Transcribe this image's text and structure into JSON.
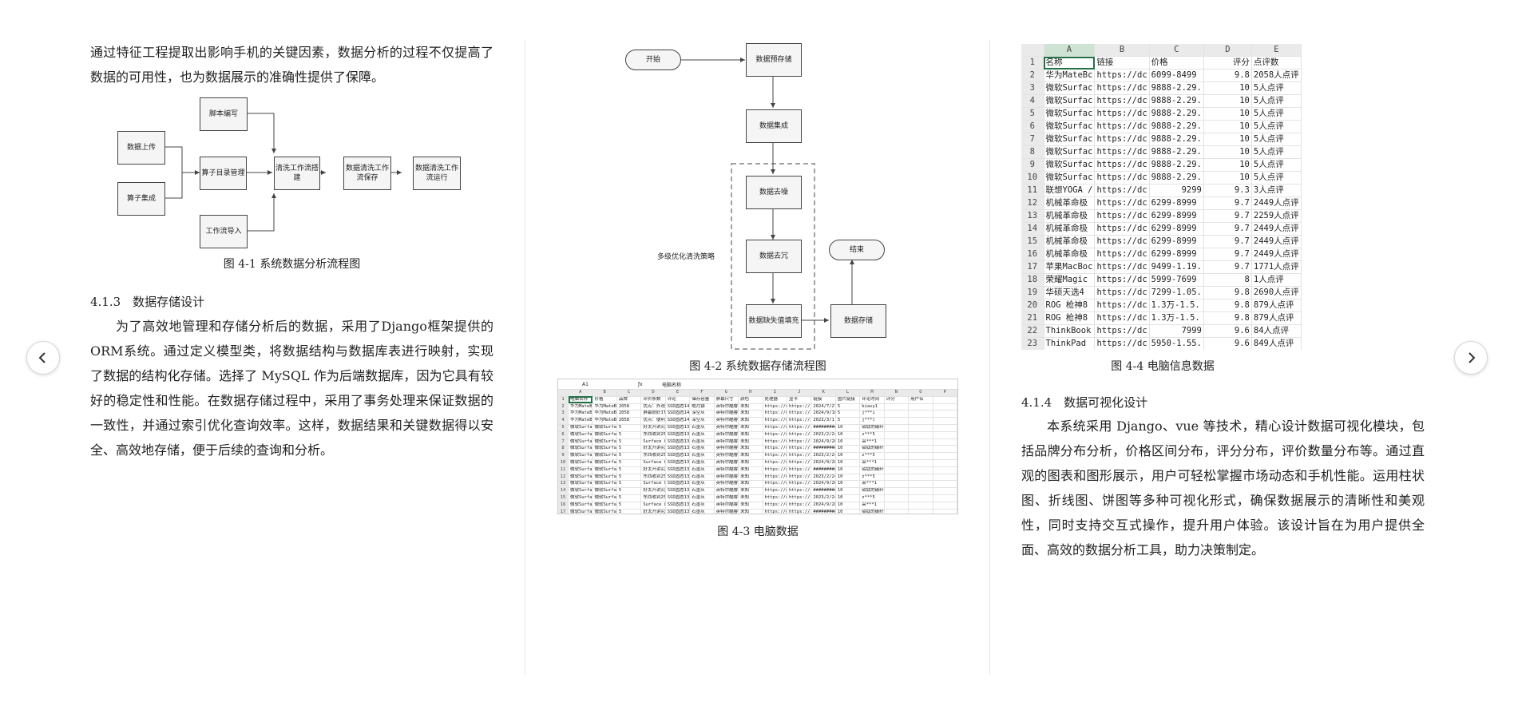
{
  "col1": {
    "para_top": "通过特征工程提取出影响手机的关键因素，数据分析的过程不仅提高了数据的可用性，也为数据展示的准确性提供了保障。",
    "flow": {
      "upload": "数据上传",
      "operator_collect": "算子集成",
      "script_write": "脚本编写",
      "operator_dir": "算子目录管理",
      "workflow_build": "清洗工作流搭建",
      "workflow_save": "数据清洗工作流保存",
      "workflow_run": "数据清洗工作流运行",
      "workflow_import": "工作流导入"
    },
    "fig1_caption": "图 4-1 系统数据分析流程图",
    "heading": "4.1.3　数据存储设计",
    "para_storage": "为了高效地管理和存储分析后的数据，采用了Django框架提供的ORM系统。通过定义模型类，将数据结构与数据库表进行映射，实现了数据的结构化存储。选择了 MySQL 作为后端数据库，因为它具有较好的稳定性和性能。在数据存储过程中，采用了事务处理来保证数据的一致性，并通过索引优化查询效率。这样，数据结果和关键数据得以安全、高效地存储，便于后续的查询和分析。"
  },
  "col2": {
    "flow": {
      "start": "开始",
      "prestore": "数据预存储",
      "integrate": "数据集成",
      "denoise": "数据去噪",
      "dedup": "数据去冗",
      "missing": "数据缺失值填充",
      "store": "数据存储",
      "end": "结束",
      "strategy": "多级优化清洗策略"
    },
    "fig2_caption": "图 4-2  系统数据存储流程图",
    "sheet_small": {
      "cell_ref": "A1",
      "formula": "电脑名称",
      "cols": [
        "A",
        "B",
        "C",
        "D",
        "E",
        "F",
        "G",
        "H",
        "I",
        "J",
        "K",
        "L",
        "M",
        "N",
        "O",
        "P"
      ],
      "header": [
        "电脑名称",
        "价格",
        "品牌",
        "评价条数",
        "评论",
        "储存容量",
        "屏幕尺寸",
        "颜色",
        "处理器",
        "显卡",
        "链接",
        "图片链接",
        "评论时间",
        "评分",
        "用户名"
      ],
      "rows": [
        [
          "华为MateBo6099-8499",
          "华为MateBo",
          "2058",
          "优点：外观1TB",
          "SSD固态14.2英寸",
          "皓月银",
          "英特尔酷睿",
          "未知",
          "https://dc",
          "https://ir",
          "2024/7/27",
          "5",
          "kiasy1"
        ],
        [
          "华为MateBo6099-8499",
          "华为MateBo",
          "2058",
          "屏幕很好1TB",
          "SSD固态14.2英寸",
          "深空灰",
          "英特尔酷睿",
          "未知",
          "https://dc",
          "https://ir",
          "2024/9/18",
          "5",
          "j***i"
        ],
        [
          "华为MateBo6099-8499",
          "华为MateBo",
          "2058",
          "优点：便利1TB",
          "SSD固态14.2英寸",
          "深空灰",
          "英特尔酷睿",
          "未知",
          "https://dc",
          "https://ir",
          "2023/3/1",
          "5",
          "j***l"
        ],
        [
          "微软Surfac9888-22998",
          "微软Surfac",
          "5",
          "好太开讲究256GB",
          "SSD固态13英寸",
          "石墨灰",
          "英特尔酷睿",
          "未知",
          "https://dc",
          "https://ir",
          "##########",
          "10",
          "铂钛的碳纤金属"
        ],
        [
          "微软Surfac9888-22998",
          "微软Surfac",
          "5",
          "东西收到256GB",
          "SSD固态13英寸",
          "石墨灰",
          "英特尔酷睿",
          "未知",
          "https://dc",
          "https://ir",
          "2023/2/24",
          "10",
          "z***5"
        ],
        [
          "微软Surfac9888-22998",
          "微软Surfac",
          "5",
          "Surface 8256GB",
          "SSD固态13英寸",
          "石墨灰",
          "英特尔酷睿",
          "未知",
          "https://dc",
          "https://ir",
          "2024/9/28",
          "10",
          "采***1"
        ],
        [
          "微软Surfac9888-22998",
          "微软Surfac",
          "5",
          "好太开讲究256GB",
          "SSD固态13英寸",
          "石墨灰",
          "英特尔酷睿",
          "未知",
          "https://dc",
          "https://ir",
          "##########",
          "10",
          "铂钛的碳纤金属"
        ],
        [
          "微软Surfac9888-22998",
          "微软Surfac",
          "5",
          "东西收到256GB",
          "SSD固态13英寸",
          "石墨灰",
          "英特尔酷睿",
          "未知",
          "https://dc",
          "https://ir",
          "2023/2/24",
          "10",
          "z***5"
        ],
        [
          "微软Surfac9888-22998",
          "微软Surfac",
          "5",
          "Surface 8256GB",
          "SSD固态13英寸",
          "石墨灰",
          "英特尔酷睿",
          "未知",
          "https://dc",
          "https://ir",
          "2024/9/28",
          "10",
          "采***1"
        ],
        [
          "微软Surfac9888-22998",
          "微软Surfac",
          "5",
          "好太开讲究256GB",
          "SSD固态13英寸",
          "石墨灰",
          "英特尔酷睿",
          "未知",
          "https://dc",
          "https://ir",
          "##########",
          "10",
          "铂钛的碳纤金属"
        ],
        [
          "微软Surfac9888-22998",
          "微软Surfac",
          "5",
          "东西收到256GB",
          "SSD固态13英寸",
          "石墨灰",
          "英特尔酷睿",
          "未知",
          "https://dc",
          "https://ir",
          "2023/2/24",
          "10",
          "z***5"
        ],
        [
          "微软Surfac9888-22998",
          "微软Surfac",
          "5",
          "Surface 8256GB",
          "SSD固态13英寸",
          "石墨灰",
          "英特尔酷睿",
          "未知",
          "https://dc",
          "https://ir",
          "2024/9/28",
          "10",
          "采***1"
        ],
        [
          "微软Surfac9888-22998",
          "微软Surfac",
          "5",
          "好太开讲究256GB",
          "SSD固态13英寸",
          "石墨灰",
          "英特尔酷睿",
          "未知",
          "https://dc",
          "https://ir",
          "##########",
          "10",
          "铂钛的碳纤金属"
        ],
        [
          "微软Surfac9888-22998",
          "微软Surfac",
          "5",
          "东西收到256GB",
          "SSD固态13英寸",
          "石墨灰",
          "英特尔酷睿",
          "未知",
          "https://dc",
          "https://ir",
          "2023/2/24",
          "10",
          "z***5"
        ],
        [
          "微软Surfac9888-22998",
          "微软Surfac",
          "5",
          "Surface 8256GB",
          "SSD固态13英寸",
          "石墨灰",
          "英特尔酷睿",
          "未知",
          "https://dc",
          "https://ir",
          "2024/9/28",
          "10",
          "采***1"
        ],
        [
          "微软Surfac9888-22998",
          "微软Surfac",
          "5",
          "好太开讲究256GB",
          "SSD固态13英寸",
          "石墨灰",
          "英特尔酷睿",
          "未知",
          "https://dc",
          "https://ir",
          "##########",
          "10",
          "铂钛的碳纤金属"
        ]
      ]
    },
    "fig3_caption": "图 4-3  电脑数据"
  },
  "col3": {
    "sheet": {
      "cols": [
        "A",
        "B",
        "C",
        "D",
        "E"
      ],
      "rows": [
        [
          "名称",
          "链接",
          "价格",
          "评分",
          "点评数"
        ],
        [
          "华为MateBc",
          "https://dc",
          "6099-8499",
          "9.8",
          "2058人点评"
        ],
        [
          "微软Surfac",
          "https://dc",
          "9888-2.29.",
          "10",
          "5人点评"
        ],
        [
          "微软Surfac",
          "https://dc",
          "9888-2.29.",
          "10",
          "5人点评"
        ],
        [
          "微软Surfac",
          "https://dc",
          "9888-2.29.",
          "10",
          "5人点评"
        ],
        [
          "微软Surfac",
          "https://dc",
          "9888-2.29.",
          "10",
          "5人点评"
        ],
        [
          "微软Surfac",
          "https://dc",
          "9888-2.29.",
          "10",
          "5人点评"
        ],
        [
          "微软Surfac",
          "https://dc",
          "9888-2.29.",
          "10",
          "5人点评"
        ],
        [
          "微软Surfac",
          "https://dc",
          "9888-2.29.",
          "10",
          "5人点评"
        ],
        [
          "微软Surfac",
          "https://dc",
          "9888-2.29.",
          "10",
          "5人点评"
        ],
        [
          "联想YOGA /",
          "https://dc",
          "9299",
          "9.3",
          "3人点评"
        ],
        [
          "机械革命极",
          "https://dc",
          "6299-8999",
          "9.7",
          "2449人点评"
        ],
        [
          "机械革命极",
          "https://dc",
          "6299-8999",
          "9.7",
          "2259人点评"
        ],
        [
          "机械革命极",
          "https://dc",
          "6299-8999",
          "9.7",
          "2449人点评"
        ],
        [
          "机械革命极",
          "https://dc",
          "6299-8999",
          "9.7",
          "2449人点评"
        ],
        [
          "机械革命极",
          "https://dc",
          "6299-8999",
          "9.7",
          "2449人点评"
        ],
        [
          "苹果MacBoc",
          "https://dc",
          "9499-1.19.",
          "9.7",
          "1771人点评"
        ],
        [
          "荣耀Magic",
          "https://dc",
          "5999-7699",
          "8",
          "1人点评"
        ],
        [
          "华硕天选4",
          "https://dc",
          "7299-1.05.",
          "9.8",
          "2690人点评"
        ],
        [
          "ROG 枪神8",
          "https://dc",
          "1.3万-1.5.",
          "9.8",
          "879人点评"
        ],
        [
          "ROG 枪神8",
          "https://dc",
          "1.3万-1.5.",
          "9.8",
          "879人点评"
        ],
        [
          "ThinkBook",
          "https://dc",
          "7999",
          "9.6",
          "84人点评"
        ],
        [
          "ThinkPad",
          "https://dc",
          "5950-1.55.",
          "9.6",
          "849人点评"
        ]
      ]
    },
    "fig4_caption": "图 4-4  电脑信息数据",
    "heading": "4.1.4　数据可视化设计",
    "para": "本系统采用 Django、vue 等技术，精心设计数据可视化模块，包括品牌分布分析，价格区间分布，评分分布，评价数量分布等。通过直观的图表和图形展示，用户可轻松掌握市场动态和手机性能。运用柱状图、折线图、饼图等多种可视化形式，确保数据展示的清晰性和美观性，同时支持交互式操作，提升用户体验。该设计旨在为用户提供全面、高效的数据分析工具，助力决策制定。"
  },
  "nav": {
    "prev_icon": "chevron-left-icon",
    "next_icon": "chevron-right-icon"
  }
}
